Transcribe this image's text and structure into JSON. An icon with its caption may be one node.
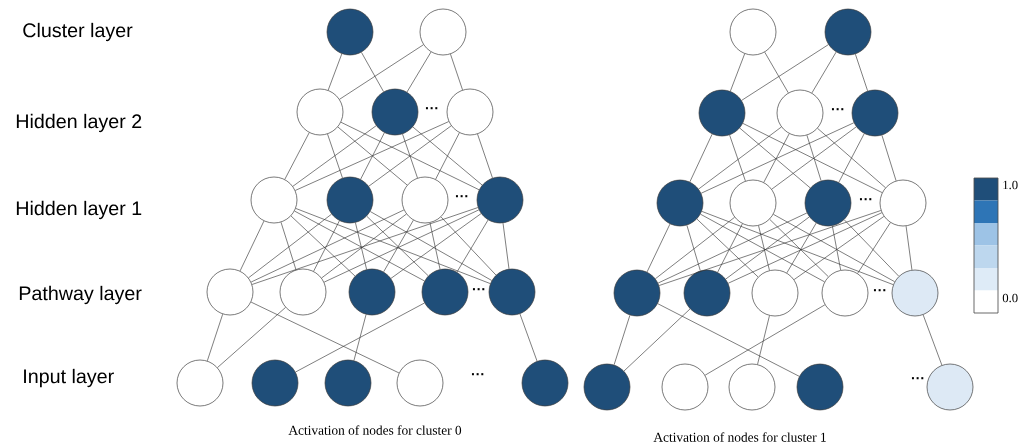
{
  "diagram": {
    "nodes": [
      {
        "text": [],
        "shape": "circle"
      },
      {
        "text": [],
        "shape": "circle"
      },
      {
        "text": [],
        "shape": "circle"
      },
      {
        "text": [],
        "shape": "circle"
      },
      {
        "text": [],
        "shape": "circle"
      },
      {
        "text": [],
        "shape": "circle"
      },
      {
        "text": [],
        "shape": "circle"
      },
      {
        "text": [],
        "shape": "circle"
      },
      {
        "text": [],
        "shape": "circle"
      },
      {
        "text": [],
        "shape": "circle"
      },
      {
        "text": [],
        "shape": "circle"
      },
      {
        "text": [],
        "shape": "circle"
      },
      {
        "text": [],
        "shape": "circle"
      },
      {
        "text": [],
        "shape": "circle"
      },
      {
        "text": [],
        "shape": "circle"
      },
      {
        "text": [],
        "shape": "circle"
      },
      {
        "text": [],
        "shape": "circle"
      },
      {
        "text": [],
        "shape": "circle"
      },
      {
        "text": [],
        "shape": "circle"
      },
      {
        "text": [],
        "shape": "circle"
      },
      {
        "text": [],
        "shape": "circle"
      },
      {
        "text": [],
        "shape": "circle"
      },
      {
        "text": [],
        "shape": "circle"
      },
      {
        "text": [],
        "shape": "circle"
      },
      {
        "text": [],
        "shape": "circle"
      },
      {
        "text": [],
        "shape": "circle"
      },
      {
        "text": [],
        "shape": "circle"
      },
      {
        "text": [],
        "shape": "circle"
      },
      {
        "text": [],
        "shape": "circle"
      },
      {
        "text": [],
        "shape": "circle"
      },
      {
        "text": [],
        "shape": "circle"
      },
      {
        "text": [],
        "shape": "circle"
      },
      {
        "text": [],
        "shape": "circle"
      },
      {
        "text": [],
        "shape": "circle"
      },
      {
        "text": [],
        "shape": "circle"
      },
      {
        "text": [],
        "shape": "circle"
      },
      {
        "text": [],
        "shape": "circle"
      },
      {
        "text": [],
        "shape": "circle"
      }
    ],
    "edges": [
      {
        "from": 0,
        "to": 2,
        "arrow": "none"
      },
      {
        "from": 0,
        "to": 3,
        "arrow": "none"
      },
      {
        "from": 1,
        "to": 2,
        "arrow": "none"
      },
      {
        "from": 1,
        "to": 3,
        "arrow": "none"
      },
      {
        "from": 1,
        "to": 4,
        "arrow": "none"
      },
      {
        "from": 2,
        "to": 5,
        "arrow": "none"
      },
      {
        "from": 2,
        "to": 6,
        "arrow": "none"
      },
      {
        "from": 2,
        "to": 7,
        "arrow": "none"
      },
      {
        "from": 2,
        "to": 8,
        "arrow": "none"
      },
      {
        "from": 3,
        "to": 5,
        "arrow": "none"
      },
      {
        "from": 3,
        "to": 6,
        "arrow": "none"
      },
      {
        "from": 3,
        "to": 7,
        "arrow": "none"
      },
      {
        "from": 3,
        "to": 8,
        "arrow": "none"
      },
      {
        "from": 4,
        "to": 5,
        "arrow": "none"
      },
      {
        "from": 4,
        "to": 6,
        "arrow": "none"
      },
      {
        "from": 4,
        "to": 7,
        "arrow": "none"
      },
      {
        "from": 4,
        "to": 8,
        "arrow": "none"
      },
      {
        "from": 5,
        "to": 9,
        "arrow": "none"
      },
      {
        "from": 5,
        "to": 10,
        "arrow": "none"
      },
      {
        "from": 5,
        "to": 11,
        "arrow": "none"
      },
      {
        "from": 5,
        "to": 12,
        "arrow": "none"
      },
      {
        "from": 5,
        "to": 13,
        "arrow": "none"
      },
      {
        "from": 6,
        "to": 9,
        "arrow": "none"
      },
      {
        "from": 6,
        "to": 10,
        "arrow": "none"
      },
      {
        "from": 6,
        "to": 11,
        "arrow": "none"
      },
      {
        "from": 6,
        "to": 12,
        "arrow": "none"
      },
      {
        "from": 6,
        "to": 13,
        "arrow": "none"
      },
      {
        "from": 7,
        "to": 9,
        "arrow": "none"
      },
      {
        "from": 7,
        "to": 10,
        "arrow": "none"
      },
      {
        "from": 7,
        "to": 11,
        "arrow": "none"
      },
      {
        "from": 7,
        "to": 12,
        "arrow": "none"
      },
      {
        "from": 7,
        "to": 13,
        "arrow": "none"
      },
      {
        "from": 8,
        "to": 9,
        "arrow": "none"
      },
      {
        "from": 8,
        "to": 10,
        "arrow": "none"
      },
      {
        "from": 8,
        "to": 11,
        "arrow": "none"
      },
      {
        "from": 8,
        "to": 12,
        "arrow": "none"
      },
      {
        "from": 8,
        "to": 13,
        "arrow": "none"
      },
      {
        "from": 9,
        "to": 14,
        "arrow": "none"
      },
      {
        "from": 9,
        "to": 17,
        "arrow": "none"
      },
      {
        "from": 10,
        "to": 14,
        "arrow": "none"
      },
      {
        "from": 11,
        "to": 16,
        "arrow": "none"
      },
      {
        "from": 12,
        "to": 15,
        "arrow": "none"
      },
      {
        "from": 13,
        "to": 18,
        "arrow": "none"
      },
      {
        "from": 19,
        "to": 21,
        "arrow": "none"
      },
      {
        "from": 19,
        "to": 22,
        "arrow": "none"
      },
      {
        "from": 20,
        "to": 21,
        "arrow": "none"
      },
      {
        "from": 20,
        "to": 22,
        "arrow": "none"
      },
      {
        "from": 20,
        "to": 23,
        "arrow": "none"
      },
      {
        "from": 21,
        "to": 24,
        "arrow": "none"
      },
      {
        "from": 21,
        "to": 25,
        "arrow": "none"
      },
      {
        "from": 21,
        "to": 26,
        "arrow": "none"
      },
      {
        "from": 21,
        "to": 27,
        "arrow": "none"
      },
      {
        "from": 22,
        "to": 24,
        "arrow": "none"
      },
      {
        "from": 22,
        "to": 25,
        "arrow": "none"
      },
      {
        "from": 22,
        "to": 26,
        "arrow": "none"
      },
      {
        "from": 22,
        "to": 27,
        "arrow": "none"
      },
      {
        "from": 23,
        "to": 24,
        "arrow": "none"
      },
      {
        "from": 23,
        "to": 25,
        "arrow": "none"
      },
      {
        "from": 23,
        "to": 26,
        "arrow": "none"
      },
      {
        "from": 23,
        "to": 27,
        "arrow": "none"
      },
      {
        "from": 24,
        "to": 28,
        "arrow": "none"
      },
      {
        "from": 24,
        "to": 29,
        "arrow": "none"
      },
      {
        "from": 24,
        "to": 30,
        "arrow": "none"
      },
      {
        "from": 24,
        "to": 31,
        "arrow": "none"
      },
      {
        "from": 24,
        "to": 32,
        "arrow": "none"
      },
      {
        "from": 25,
        "to": 28,
        "arrow": "none"
      },
      {
        "from": 25,
        "to": 29,
        "arrow": "none"
      },
      {
        "from": 25,
        "to": 30,
        "arrow": "none"
      },
      {
        "from": 25,
        "to": 31,
        "arrow": "none"
      },
      {
        "from": 25,
        "to": 32,
        "arrow": "none"
      },
      {
        "from": 26,
        "to": 28,
        "arrow": "none"
      },
      {
        "from": 26,
        "to": 29,
        "arrow": "none"
      },
      {
        "from": 26,
        "to": 30,
        "arrow": "none"
      },
      {
        "from": 26,
        "to": 31,
        "arrow": "none"
      },
      {
        "from": 26,
        "to": 32,
        "arrow": "none"
      },
      {
        "from": 27,
        "to": 28,
        "arrow": "none"
      },
      {
        "from": 27,
        "to": 29,
        "arrow": "none"
      },
      {
        "from": 27,
        "to": 30,
        "arrow": "none"
      },
      {
        "from": 27,
        "to": 31,
        "arrow": "none"
      },
      {
        "from": 27,
        "to": 32,
        "arrow": "none"
      },
      {
        "from": 28,
        "to": 33,
        "arrow": "none"
      },
      {
        "from": 28,
        "to": 36,
        "arrow": "none"
      },
      {
        "from": 29,
        "to": 33,
        "arrow": "none"
      },
      {
        "from": 30,
        "to": 35,
        "arrow": "none"
      },
      {
        "from": 31,
        "to": 34,
        "arrow": "none"
      },
      {
        "from": 32,
        "to": 37,
        "arrow": "none"
      }
    ],
    "labels": [
      "Cluster layer",
      "Hidden layer 2",
      "···",
      "···",
      "Hidden layer 1",
      "···",
      "···",
      "1.0",
      "Pathway layer",
      "···",
      "···",
      "0.0",
      "Input layer",
      "···",
      "···",
      "Activation of nodes for cluster 0",
      "Activation of nodes for cluster 1"
    ]
  }
}
